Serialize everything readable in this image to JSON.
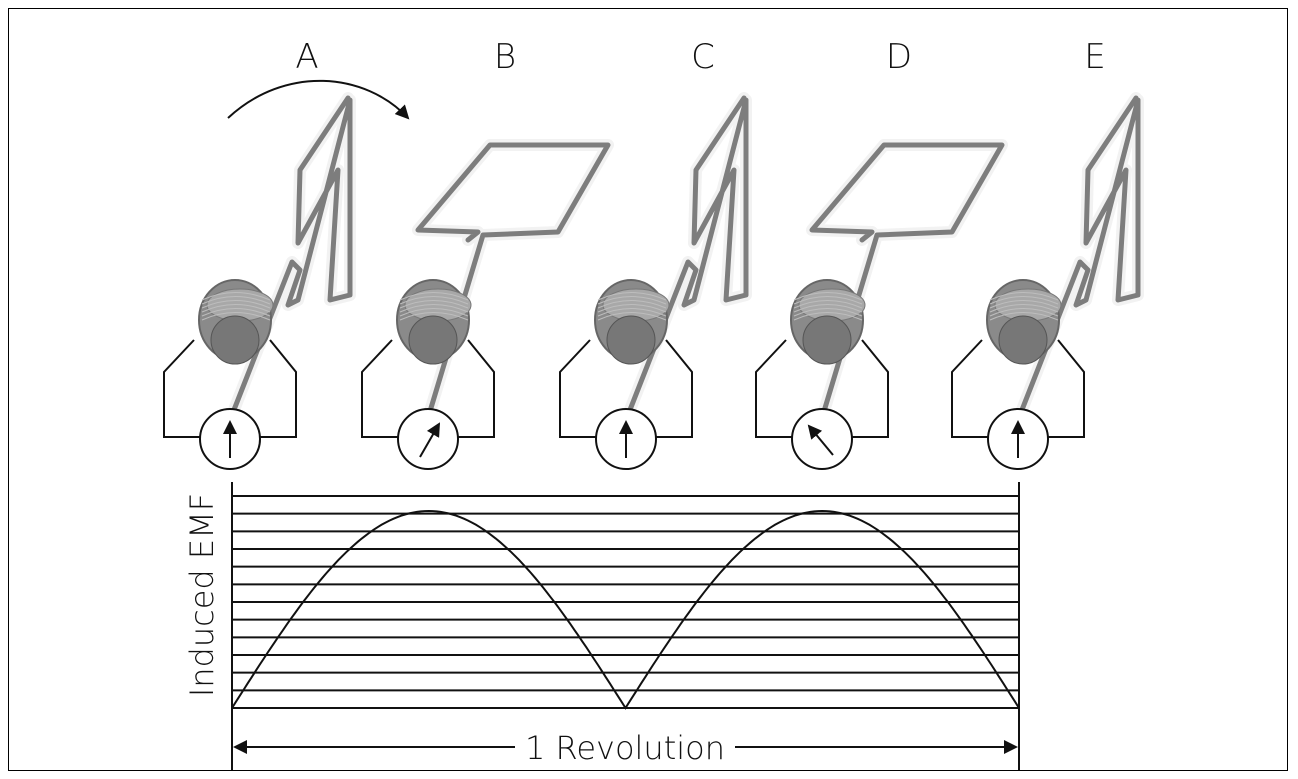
{
  "stages": [
    {
      "label": "A",
      "orientation": "vertical",
      "needle": "center"
    },
    {
      "label": "B",
      "orientation": "horizontal",
      "needle": "right"
    },
    {
      "label": "C",
      "orientation": "vertical",
      "needle": "center"
    },
    {
      "label": "D",
      "orientation": "horizontal",
      "needle": "left"
    },
    {
      "label": "E",
      "orientation": "vertical",
      "needle": "center"
    }
  ],
  "graph": {
    "ylabel": "Induced EMF",
    "revolution_label": "1 Revolution",
    "gridline_count": 12,
    "curve": "rectified-sine, two positive humps per revolution"
  },
  "colors": {
    "ink": "#111111",
    "wire_light": "#f2f2f2",
    "wire_dark": "#555555",
    "ring": "#8a8a8a"
  }
}
